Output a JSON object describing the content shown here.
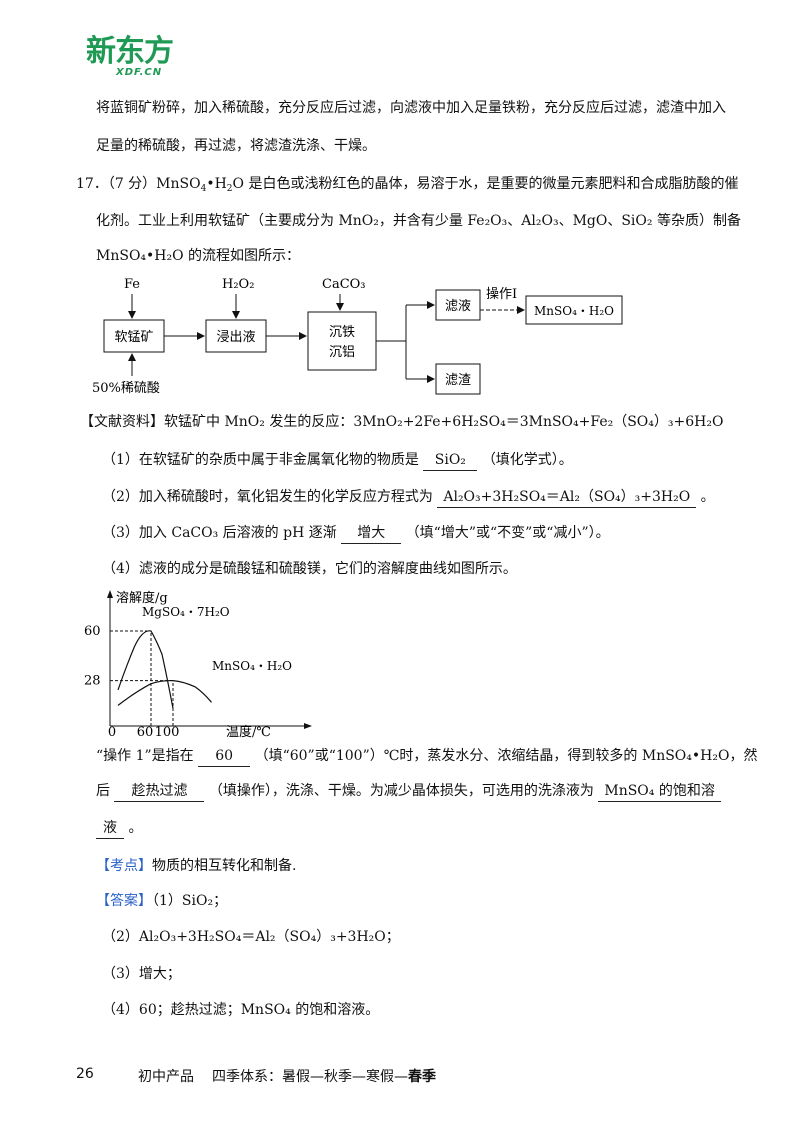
{
  "header": {
    "logo_main": "新东方",
    "logo_sub": "XDF.CN"
  },
  "intro": {
    "line1": "将蓝铜矿粉碎，加入稀硫酸，充分反应后过滤，向滤液中加入足量铁粉，充分反应后过滤，滤渣中加入",
    "line2": "足量的稀硫酸，再过滤，将滤渣洗涤、干燥。"
  },
  "q17": {
    "line1_prefix": "17．（7 分）MnSO",
    "line1_sub1": "4",
    "line1_mid": "•H",
    "line1_sub2": "2",
    "line1_suffix": "O 是白色或浅粉红色的晶体，易溶于水，是重要的微量元素肥料和合成脂肪酸的催",
    "line2": "化剂。工业上利用软锰矿（主要成分为 MnO₂，并含有少量 Fe₂O₃、Al₂O₃、MgO、SiO₂ 等杂质）制备",
    "line3": "MnSO₄•H₂O 的流程如图所示："
  },
  "flow": {
    "inputs": {
      "fe": "Fe",
      "h2o2": "H₂O₂",
      "caco3": "CaCO₃",
      "acid": "50%稀硫酸"
    },
    "boxes": {
      "ore": "软锰矿",
      "leach": "浸出液",
      "precip1": "沉铁",
      "precip2": "沉铝",
      "filtrate": "滤液",
      "residue": "滤渣",
      "product": "MnSO₄・H₂O"
    },
    "op_label": "操作Ⅰ"
  },
  "literature": "【文献资料】软锰矿中 MnO₂ 发生的反应：3MnO₂+2Fe+6H₂SO₄＝3MnSO₄+Fe₂（SO₄）₃+6H₂O",
  "sub_questions": {
    "q1_prefix": "（1）在软锰矿的杂质中属于非金属氧化物的物质是",
    "q1_answer": "SiO₂",
    "q1_suffix": "（填化学式）。",
    "q2_prefix": "（2）加入稀硫酸时，氧化铝发生的化学反应方程式为",
    "q2_answer": "Al₂O₃+3H₂SO₄＝Al₂（SO₄）₃+3H₂O",
    "q2_suffix": "。",
    "q3_prefix": "（3）加入 CaCO₃ 后溶液的 pH 逐渐",
    "q3_answer": "增大",
    "q3_suffix": "（填“增大”或“不变”或“减小”）。",
    "q4": "（4）滤液的成分是硫酸锰和硫酸镁，它们的溶解度曲线如图所示。"
  },
  "chart_data": {
    "type": "line",
    "ylabel": "溶解度/g",
    "xlabel": "温度/℃",
    "y_ticks": [
      28,
      60
    ],
    "x_ticks": [
      "0",
      "60",
      "100"
    ],
    "series": [
      {
        "name": "MgSO₄・7H₂O",
        "x": [
          0,
          30,
          60,
          80,
          100
        ],
        "y": [
          22,
          50,
          60,
          45,
          10
        ]
      },
      {
        "name": "MnSO₄・H₂O",
        "x": [
          0,
          60,
          100,
          140,
          170
        ],
        "y": [
          12,
          26,
          28,
          24,
          14
        ]
      }
    ]
  },
  "operation": {
    "line1_prefix": "“操作 1”是指在",
    "line1_answer": "60",
    "line1_suffix": "（填“60”或“100”）℃时，蒸发水分、浓缩结晶，得到较多的 MnSO₄•H₂O，然",
    "line2_prefix": "后",
    "line2_answer": "趁热过滤",
    "line2_mid": "（填操作），洗涤、干燥。为减少晶体损失，可选用的洗涤液为",
    "line2_answer2": "MnSO₄ 的饱和溶",
    "line3_answer": "液",
    "line3_suffix": "。"
  },
  "kaodian": {
    "label": "【考点】",
    "text": "物质的相互转化和制备."
  },
  "answer": {
    "label": "【答案】",
    "a1": "（1）SiO₂；",
    "a2": "（2）Al₂O₃+3H₂SO₄＝Al₂（SO₄）₃+3H₂O；",
    "a3": "（3）增大；",
    "a4": "（4）60；趁热过滤；MnSO₄ 的饱和溶液。"
  },
  "footer": {
    "page": "26",
    "product": "初中产品",
    "system": "四季体系：暑假—秋季—寒假—",
    "highlight": "春季"
  }
}
